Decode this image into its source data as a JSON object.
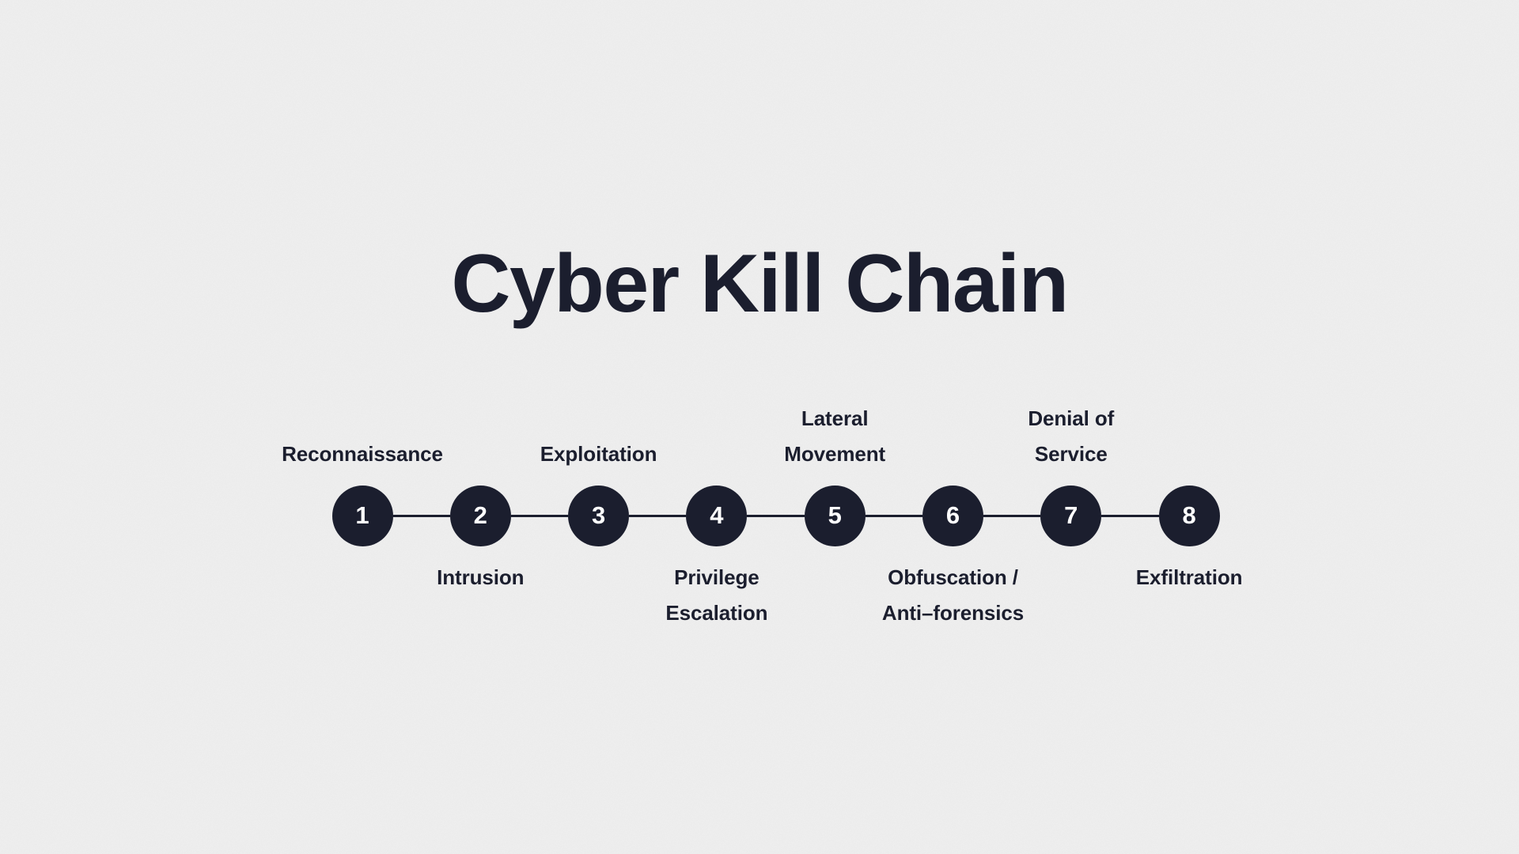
{
  "page": {
    "title": "Cyber Kill Chain",
    "background_color": "#efefef",
    "ink_color": "#1b1e2e",
    "node_text_color": "#ffffff"
  },
  "chart_data": {
    "type": "diagram",
    "subtype": "linear-process-chain",
    "title": "Cyber Kill Chain",
    "node_count": 8,
    "orientation": "horizontal",
    "stages": [
      {
        "number": "1",
        "label": "Reconnaissance",
        "label_position": "above"
      },
      {
        "number": "2",
        "label": "Intrusion",
        "label_position": "below"
      },
      {
        "number": "3",
        "label": "Exploitation",
        "label_position": "above"
      },
      {
        "number": "4",
        "label": "Privilege\nEscalation",
        "label_position": "below"
      },
      {
        "number": "5",
        "label": "Lateral\nMovement",
        "label_position": "above"
      },
      {
        "number": "6",
        "label": "Obfuscation /\nAnti–forensics",
        "label_position": "below"
      },
      {
        "number": "7",
        "label": "Denial of\nService",
        "label_position": "above"
      },
      {
        "number": "8",
        "label": "Exfiltration",
        "label_position": "below"
      }
    ]
  }
}
